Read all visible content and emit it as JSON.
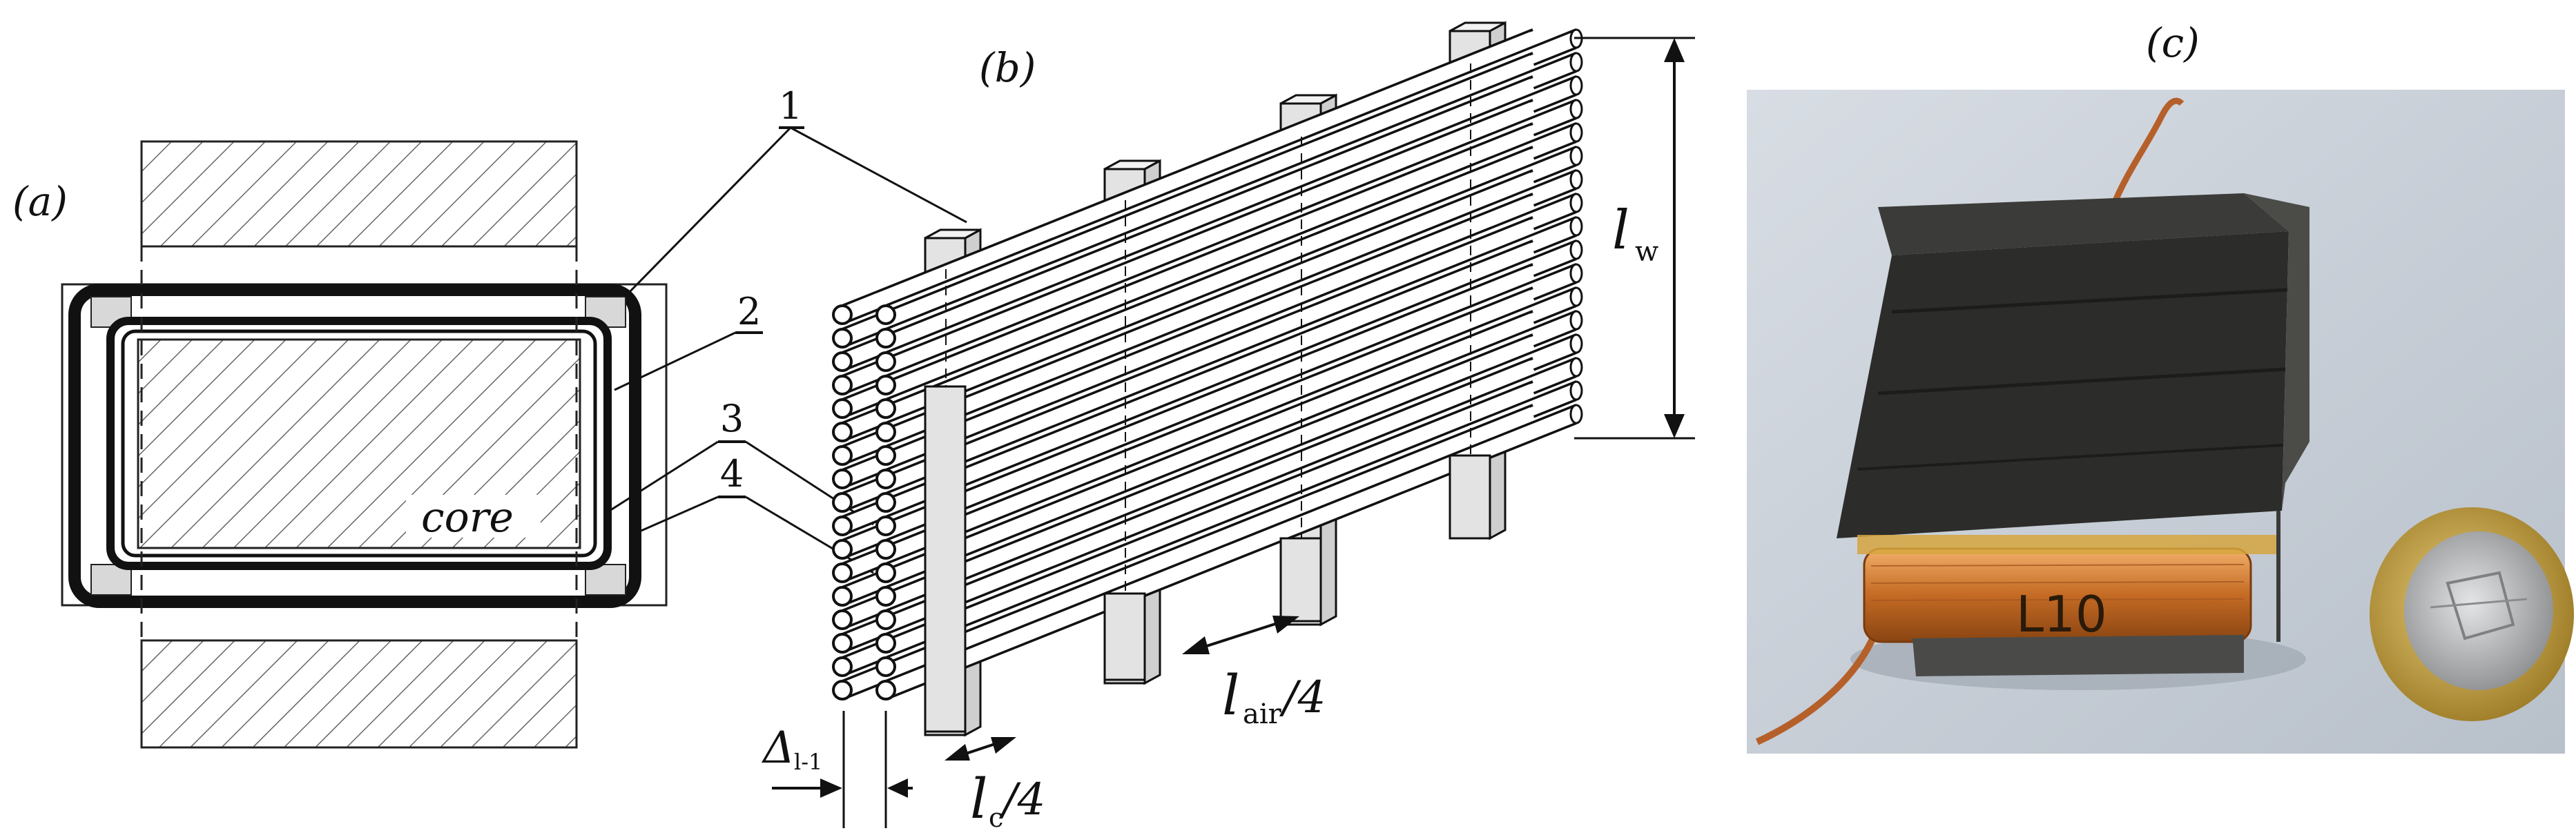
{
  "panels": {
    "a": {
      "label": "(a)",
      "core_text": "core"
    },
    "b": {
      "label": "(b)",
      "dim_lw": {
        "main": "l",
        "sub": "w"
      },
      "dim_lair": {
        "main": "l",
        "sub": "air",
        "tail": "/4"
      },
      "dim_lc": {
        "main": "l",
        "sub": "c",
        "tail": "/4"
      },
      "dim_delta": {
        "main": "Δ",
        "sub": "l-1"
      }
    },
    "c": {
      "label": "(c)",
      "tape_text": "L10"
    }
  },
  "callouts": [
    "1",
    "2",
    "3",
    "4"
  ],
  "colors": {
    "ink": "#111111",
    "spacer_fill": "#e3e3e3",
    "photo_background": "#c9d0d8",
    "ferrite": "#2c2d2b",
    "copper": "#d98a3c",
    "coin_gold": "#c9a545",
    "coin_silver": "#b7b9bb"
  }
}
